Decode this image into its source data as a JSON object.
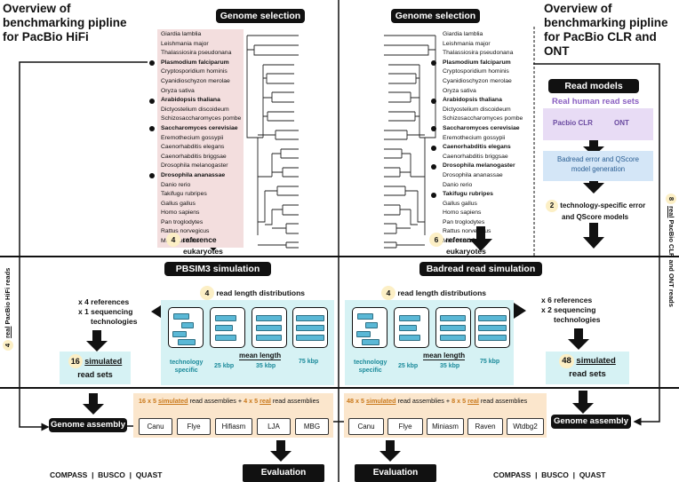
{
  "left": {
    "title_line1": "Overview of",
    "title_line2": "benchmarking pipline",
    "title_line3": "for PacBio HiFi",
    "genome_selection": "Genome selection",
    "species": [
      {
        "name": "Giardia lamblia",
        "selected": false
      },
      {
        "name": "Leishmania major",
        "selected": false
      },
      {
        "name": "Thalassiosira pseudonana",
        "selected": false
      },
      {
        "name": "Plasmodium falciparum",
        "selected": true
      },
      {
        "name": "Cryptosporidium hominis",
        "selected": false
      },
      {
        "name": "Cyanidioschyzon merolae",
        "selected": false
      },
      {
        "name": "Oryza sativa",
        "selected": false
      },
      {
        "name": "Arabidopsis thaliana",
        "selected": true
      },
      {
        "name": "Dictyostelium discoideum",
        "selected": false
      },
      {
        "name": "Schizosaccharomyces pombe",
        "selected": false
      },
      {
        "name": "Saccharomyces cerevisiae",
        "selected": true
      },
      {
        "name": "Eremothecium gossypii",
        "selected": false
      },
      {
        "name": "Caenorhabditis elegans",
        "selected": false
      },
      {
        "name": "Caenorhabditis briggsae",
        "selected": false
      },
      {
        "name": "Drosophila melanogaster",
        "selected": false
      },
      {
        "name": "Drosophila ananassae",
        "selected": true
      },
      {
        "name": "Danio rerio",
        "selected": false
      },
      {
        "name": "Takifugu rubripes",
        "selected": false
      },
      {
        "name": "Gallus gallus",
        "selected": false
      },
      {
        "name": "Homo sapiens",
        "selected": false
      },
      {
        "name": "Pan troglodytes",
        "selected": false
      },
      {
        "name": "Rattus norvegicus",
        "selected": false
      },
      {
        "name": "Mus musculus",
        "selected": false
      }
    ],
    "ref_num": "4",
    "ref_line1": "reference",
    "ref_line2": "eukaryotes",
    "side_num": "4",
    "side_real": "real",
    "side_rest": "PacBio HiFi reads",
    "simulation": "PBSIM3 simulation",
    "dist_num": "4",
    "dist_text": "read length distributions",
    "x_ref": "x 4 references",
    "x_seq_a": "x 1 sequencing",
    "x_seq_b": "technologies",
    "sim_num": "16",
    "sim_word": "simulated",
    "sim_sets": "read sets",
    "tech_specific_a": "technology",
    "tech_specific_b": "specific",
    "mean_length": "mean length",
    "len_25": "25 kbp",
    "len_35": "35 kbp",
    "len_75": "75 kbp",
    "asm_count_a": "16 x 5",
    "asm_sim": "simulated",
    "asm_rest_a": "read assemblies +",
    "asm_count_b": "4 x 5",
    "asm_real": "real",
    "asm_rest_b": "read assemblies",
    "assemblers": [
      "Canu",
      "Flye",
      "Hifiasm",
      "LJA",
      "MBG"
    ],
    "genome_assembly": "Genome assembly",
    "tools": "COMPASS  |  BUSCO  |  QUAST",
    "evaluation": "Evaluation"
  },
  "right": {
    "title_line1": "Overview of",
    "title_line2": "benchmarking pipline",
    "title_line3": "for PacBio CLR and ONT",
    "genome_selection": "Genome selection",
    "species": [
      {
        "name": "Giardia lamblia",
        "selected": false
      },
      {
        "name": "Leishmania major",
        "selected": false
      },
      {
        "name": "Thalassiosira pseudonana",
        "selected": false
      },
      {
        "name": "Plasmodium falciparum",
        "selected": true
      },
      {
        "name": "Cryptosporidium hominis",
        "selected": false
      },
      {
        "name": "Cyanidioschyzon merolae",
        "selected": false
      },
      {
        "name": "Oryza sativa",
        "selected": false
      },
      {
        "name": "Arabidopsis thaliana",
        "selected": true
      },
      {
        "name": "Dictyostelium discoideum",
        "selected": false
      },
      {
        "name": "Schizosaccharomyces pombe",
        "selected": false
      },
      {
        "name": "Saccharomyces cerevisiae",
        "selected": true
      },
      {
        "name": "Eremothecium gossypii",
        "selected": false
      },
      {
        "name": "Caenorhabditis elegans",
        "selected": true
      },
      {
        "name": "Caenorhabditis briggsae",
        "selected": false
      },
      {
        "name": "Drosophila melanogaster",
        "selected": true
      },
      {
        "name": "Drosophila ananassae",
        "selected": false
      },
      {
        "name": "Danio rerio",
        "selected": false
      },
      {
        "name": "Takifugu rubripes",
        "selected": true
      },
      {
        "name": "Gallus gallus",
        "selected": false
      },
      {
        "name": "Homo sapiens",
        "selected": false
      },
      {
        "name": "Pan troglodytes",
        "selected": false
      },
      {
        "name": "Rattus norvegicus",
        "selected": false
      },
      {
        "name": "Mus musculus",
        "selected": false
      }
    ],
    "ref_num": "6",
    "ref_line1": "reference",
    "ref_line2": "eukaryotes",
    "read_models": "Read models",
    "real_human": "Real human read sets",
    "pacbio_clr": "Pacbio CLR",
    "ont": "ONT",
    "badread_model_a": "Badread error and QScore",
    "badread_model_b": "model generation",
    "tech_models_num": "2",
    "tech_models_a": "technology-specific error",
    "tech_models_b": "and QScore models",
    "side_num": "8",
    "side_real": "real",
    "side_rest": "PacBio CLR and ONT reads",
    "simulation": "Badread read simulation",
    "dist_num": "4",
    "dist_text": "read length distributions",
    "x_ref": "x 6 references",
    "x_seq_a": "x 2 sequencing",
    "x_seq_b": "technologies",
    "sim_num": "48",
    "sim_word": "simulated",
    "sim_sets": "read sets",
    "tech_specific_a": "technology",
    "tech_specific_b": "specific",
    "mean_length": "mean length",
    "len_25": "25 kbp",
    "len_35": "35 kbp",
    "len_75": "75 kbp",
    "asm_count_a": "48 x 5",
    "asm_sim": "simulated",
    "asm_rest_a": "read assemblies +",
    "asm_count_b": "8 x 5",
    "asm_real": "real",
    "asm_rest_b": "read assemblies",
    "assemblers": [
      "Canu",
      "Flye",
      "Miniasm",
      "Raven",
      "Wtdbg2"
    ],
    "genome_assembly": "Genome assembly",
    "tools": "COMPASS  |  BUSCO  |  QUAST",
    "evaluation": "Evaluation"
  }
}
